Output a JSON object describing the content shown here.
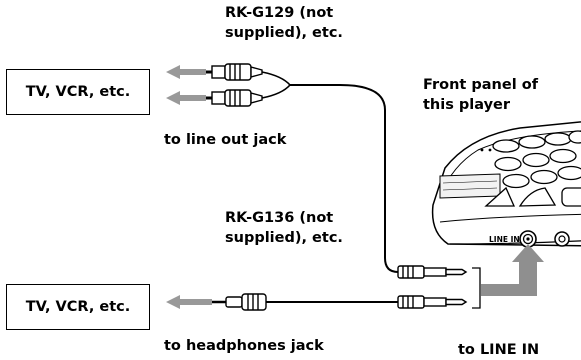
{
  "top_cable": {
    "label_line1": "RK-G129 (not",
    "label_line2": "supplied), etc.",
    "device": "TV, VCR, etc.",
    "jack_label": "to line out jack"
  },
  "player": {
    "caption_line1": "Front panel of",
    "caption_line2": "this player",
    "line_in_marking": "LINE IN"
  },
  "bottom_cable": {
    "label_line1": "RK-G136 (not",
    "label_line2": "supplied), etc.",
    "device": "TV, VCR, etc.",
    "jack_label": "to headphones jack"
  },
  "connection": {
    "target_label": "to LINE IN"
  }
}
